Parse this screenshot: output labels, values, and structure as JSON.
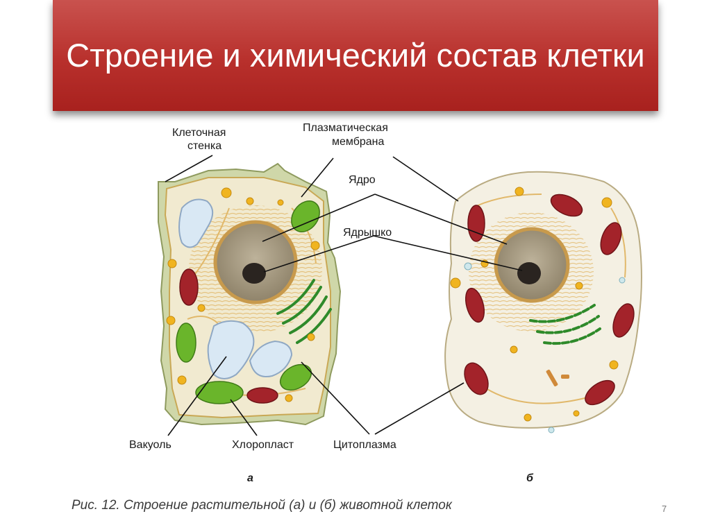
{
  "slide": {
    "title": "Строение и химический состав клетки",
    "page_number": "7"
  },
  "figure": {
    "labels": {
      "cell_wall": [
        "Клеточная",
        "стенка"
      ],
      "plasma_membrane": [
        "Плазматическая",
        "мембрана"
      ],
      "nucleus": "Ядро",
      "nucleolus": "Ядрышко",
      "vacuole": "Вакуоль",
      "chloroplast": "Хлоропласт",
      "cytoplasm": "Цитоплазма",
      "letter_a": "а",
      "letter_b": "б"
    },
    "caption": "Рис. 12. Строение растительной (а) и (б) животной клеток",
    "colors": {
      "cytoplasm": "#f1ead0",
      "nucleus": "#a69a82",
      "nucleolus": "#2a2420",
      "mitochondria": "#a3232a",
      "chloroplast": "#6ab52b",
      "vacuole": "#d9e8f4",
      "golgi": "#2e8a2a",
      "granule": "#f0b420",
      "title_bar": "#b8302c"
    }
  }
}
